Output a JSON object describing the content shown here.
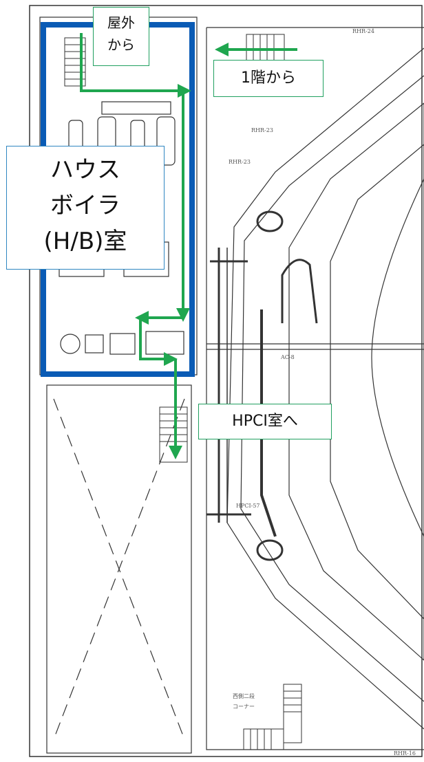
{
  "labels": {
    "from_outside": "屋外\nから",
    "from_first_floor": "1階から",
    "house_boiler_room": "ハウス\nボイラ\n(H/B)室",
    "to_hpci_room": "HPCI室へ"
  },
  "plan_text": {
    "rhr24": "RHR-24",
    "rhr23_a": "RHR-23",
    "rhr23_b": "RHR-23",
    "ac8": "AC-8",
    "hpci57": "HPCI-57",
    "rhr16": "RHR-16",
    "corner": "西側二段\nコーナー"
  },
  "colors": {
    "route_arrow": "#1fa64f",
    "room_outline": "#0a5bb5",
    "drawing_line": "#333333",
    "callout_border_green": "#1f9f5f",
    "callout_border_blue": "#2e86c1"
  }
}
